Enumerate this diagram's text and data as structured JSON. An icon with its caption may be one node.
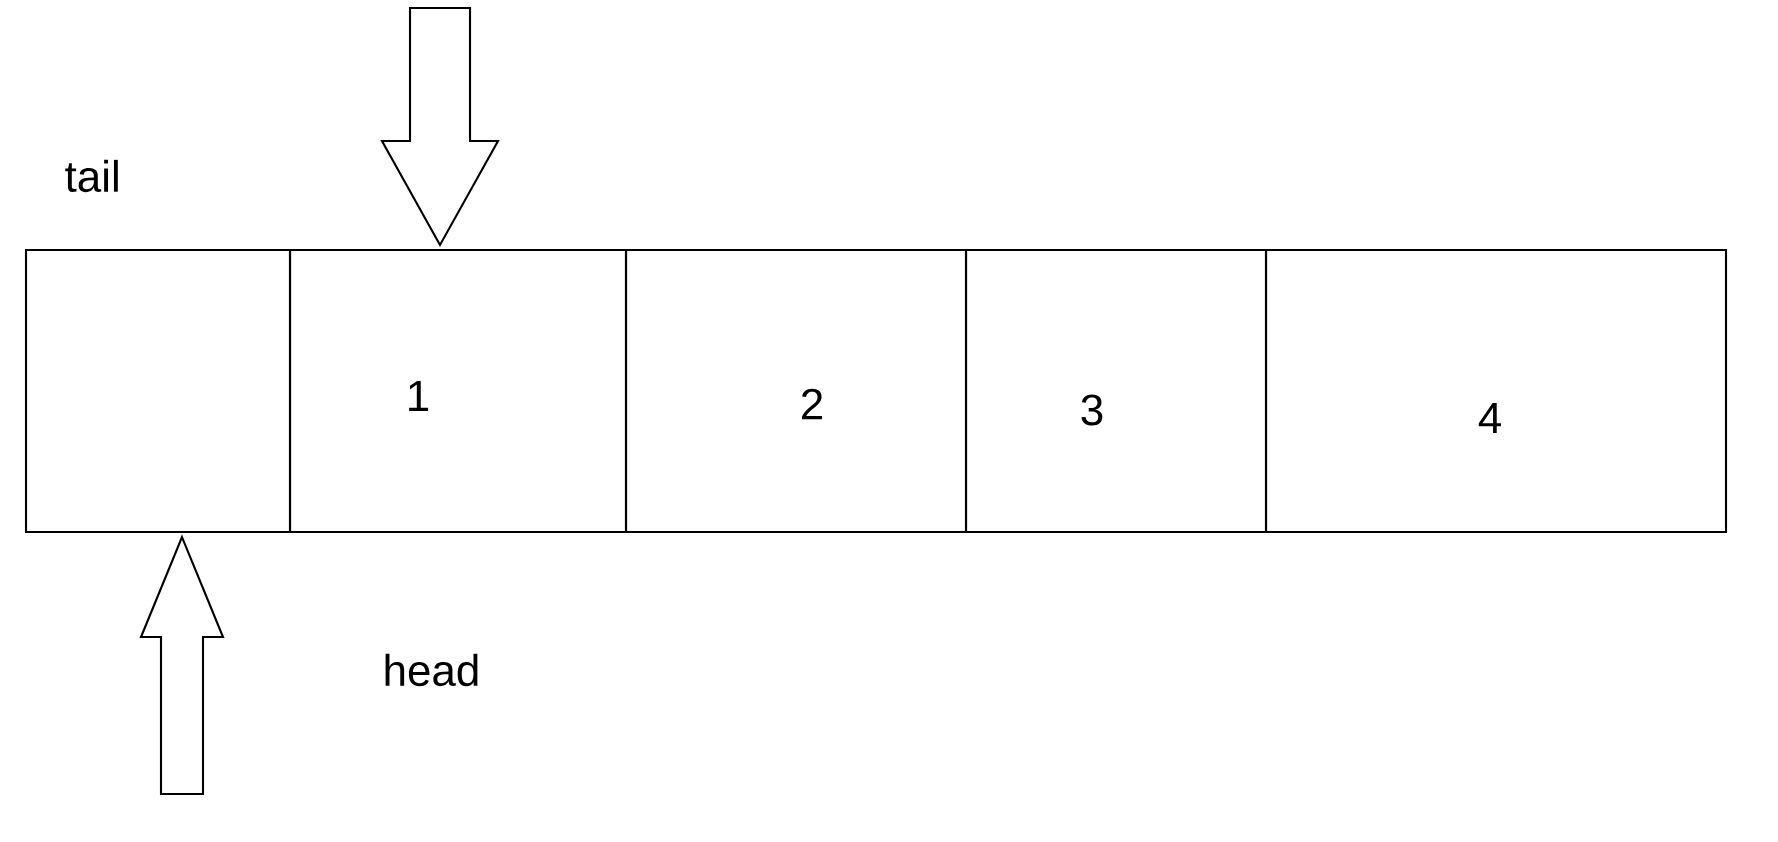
{
  "diagram": {
    "nodes": [
      {
        "text": [],
        "shape": "box"
      },
      {
        "text": [
          "1"
        ]
      },
      {
        "text": [
          "2"
        ]
      },
      {
        "text": [
          "3"
        ]
      },
      {
        "text": [
          "4"
        ]
      }
    ],
    "edges": [
      {
        "from": null,
        "to": 1,
        "arrow": "to"
      },
      {
        "from": null,
        "to": 0,
        "arrow": "to"
      }
    ],
    "labels": [
      "tail",
      "head"
    ]
  }
}
